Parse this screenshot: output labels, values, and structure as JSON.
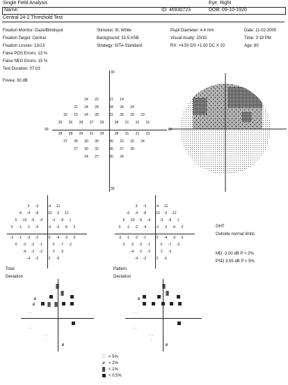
{
  "header": {
    "title": "Single Field Analysis",
    "eye": "Eye: Right",
    "name_label": "Name:",
    "id": "ID: 46930723",
    "dob": "DOB: 09-10-1920",
    "test": "Central 24-2 Threshold Test"
  },
  "params": {
    "col1": [
      "Fixation Monitor: Gaze/Blindspot",
      "Fixation Target: Central",
      "Fixation Losses: 13/13",
      "False POS Errors:  13 %",
      "False NEG Errors:  15 %",
      "Test Duration: 07:03"
    ],
    "col2": [
      "Stimulus: III, White",
      "Background: 31.5 ASB",
      "Strategy: SITA-Standard"
    ],
    "col3": [
      "Pupil Diameter: 4.4 mm",
      "Visual Acuity: 20/15",
      "RX: +4.50 DS   +1.00 DC   X 10"
    ],
    "col4": [
      "Date: 11-02-2000",
      "Time: 3:19 PM",
      "Age: 80"
    ],
    "fovea": "Fovea: 30 dB"
  },
  "threshold": {
    "axis_label_left": "30",
    "axis_label_right": "30",
    "axis_label_top": "30",
    "axis_label_bottom": "30",
    "rows": [
      [
        "24",
        "22",
        "21",
        "14"
      ],
      [
        "21",
        "24",
        "29",
        "18",
        "24",
        "24"
      ],
      [
        "32",
        "15",
        "24",
        "28",
        "31",
        "26",
        "29",
        "23"
      ],
      [
        "25",
        "26",
        "28",
        "27",
        "29",
        "28",
        "21",
        "31",
        "31"
      ],
      [
        "28",
        "28",
        "29",
        "31",
        "29",
        "28",
        "31",
        "21",
        "22"
      ],
      [
        "27",
        "28",
        "30",
        "30",
        "30",
        "22",
        "32",
        "24"
      ],
      [
        "27",
        "30",
        "32",
        "30",
        "27",
        "30"
      ],
      [
        "24",
        "27",
        "30",
        "24"
      ]
    ]
  },
  "total_values": {
    "rows": [
      [
        "3",
        "-3",
        "-4",
        "-11"
      ],
      [
        "-6",
        "-4",
        "-8",
        "-10",
        "-3",
        "-12"
      ],
      [
        "5",
        "-15",
        "-5",
        "-4",
        "-3",
        "-8",
        "1"
      ],
      [
        "0",
        "-1",
        "-1",
        "-4",
        "-3",
        "-3",
        "-6",
        "2"
      ],
      [
        "-3",
        "-1",
        "-3",
        "-2",
        "0",
        "-4",
        "-3",
        "0"
      ],
      [
        "0",
        "-2",
        "-2",
        "-1",
        "0",
        "-7",
        "-2"
      ],
      [
        "-4",
        "-2",
        "-2",
        "-1",
        "-3"
      ],
      [
        "-4",
        "-2",
        "2",
        "-5"
      ]
    ]
  },
  "pattern_values": {
    "rows": [
      [
        "3",
        "-3",
        "-4",
        "-11"
      ],
      [
        "-6",
        "-4",
        "-8",
        "-10",
        "-3",
        "-12"
      ],
      [
        "5",
        "-15",
        "-5",
        "-4",
        "-3",
        "-8",
        "1"
      ],
      [
        "0",
        "-1",
        "-2",
        "-4",
        "-3",
        "-3",
        "-6",
        "2"
      ],
      [
        "-3",
        "-1",
        "-2",
        "-1",
        "0",
        "-4",
        "-3",
        "0"
      ],
      [
        "0",
        "-2",
        "-2",
        "-1",
        "0",
        "-7",
        "-2"
      ],
      [
        "-4",
        "-2",
        "-2",
        "-1",
        "-3"
      ],
      [
        "-4",
        "-2",
        "2",
        "-5"
      ]
    ]
  },
  "ght": {
    "label": "GHT",
    "value": "Outside normal limits"
  },
  "indices": {
    "md": "MD     -3.00 dB  P < 2%",
    "psd": "PSD     3.55 dB  P < 5%"
  },
  "plots": {
    "total_label": "Total",
    "total_sub": "Deviation",
    "pattern_label": "Pattern",
    "pattern_sub": "Deviation"
  },
  "legend": [
    {
      "icon": "dots-icon",
      "text": "< 5%"
    },
    {
      "icon": "hatch-light-icon",
      "text": "< 2%"
    },
    {
      "icon": "hatch-dense-icon",
      "text": "< 1%"
    },
    {
      "icon": "solid-square-icon",
      "text": "< 0.5%"
    }
  ],
  "colors": {
    "ink": "#222222"
  }
}
